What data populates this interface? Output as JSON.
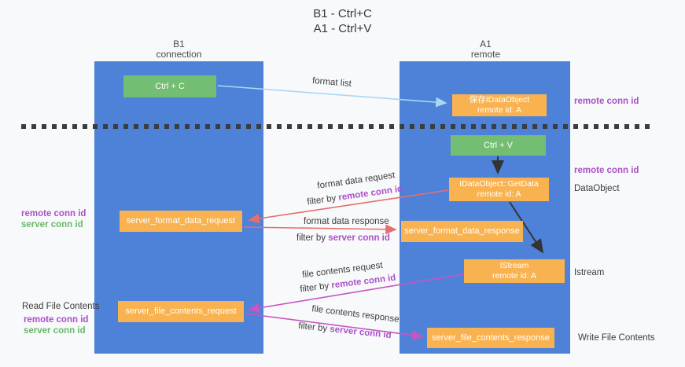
{
  "title": {
    "line1": "B1 - Ctrl+C",
    "line2": "A1 - Ctrl+V"
  },
  "columns": {
    "left": {
      "name": "B1",
      "role": "connection"
    },
    "right": {
      "name": "A1",
      "role": "remote"
    }
  },
  "nodes": {
    "ctrl_c": "Ctrl + C",
    "ctrl_v": "Ctrl + V",
    "save_dataobject": {
      "line1": "保存IDataObject",
      "line2": "remote id: A"
    },
    "getdata": {
      "line1": "IDataObject::GetData",
      "line2": "remote id: A"
    },
    "istream": {
      "line1": "IStream",
      "line2": "remote id: A"
    },
    "server_format_data_request": "server_format_data_request",
    "server_format_data_response": "server_format_data_response",
    "server_file_contents_request": "server_file_contents_request",
    "server_file_contents_response": "server_file_contents_response"
  },
  "flows": {
    "format_list": "format list",
    "filter_by": "filter by",
    "format_data_request": {
      "label": "format data request",
      "filter": "remote conn id"
    },
    "format_data_response": {
      "label": "format data response",
      "filter": "server conn id"
    },
    "file_contents_request": {
      "label": "file contents request",
      "filter": "remote conn id"
    },
    "file_contents_response": {
      "label": "file contents response",
      "filter": "server conn id"
    }
  },
  "side_labels": {
    "right_remote_conn_id_top": "remote conn id",
    "right_remote_conn_id_mid": "remote conn id",
    "right_dataobject": "DataObject",
    "right_istream": "Istream",
    "right_write_file_contents": "Write File Contents",
    "left_remote_conn_id_1": "remote conn id",
    "left_server_conn_id_1": "server conn id",
    "left_read_file_contents": "Read File Contents",
    "left_remote_conn_id_2": "remote conn id",
    "left_server_conn_id_2": "server conn id"
  },
  "colors": {
    "background": "#f8f9fa",
    "column_blue": "#4e82d8",
    "box_orange": "#f9b250",
    "box_green": "#73be73",
    "purple_text": "#aa50c8",
    "green_text": "#69b969",
    "salmon_arrow": "#e66e6e",
    "magenta_arrow": "#c855c3",
    "light_blue_arrow": "#aad7f5",
    "black_arrow": "#333333",
    "dashed_line": "#3c3c3c"
  }
}
